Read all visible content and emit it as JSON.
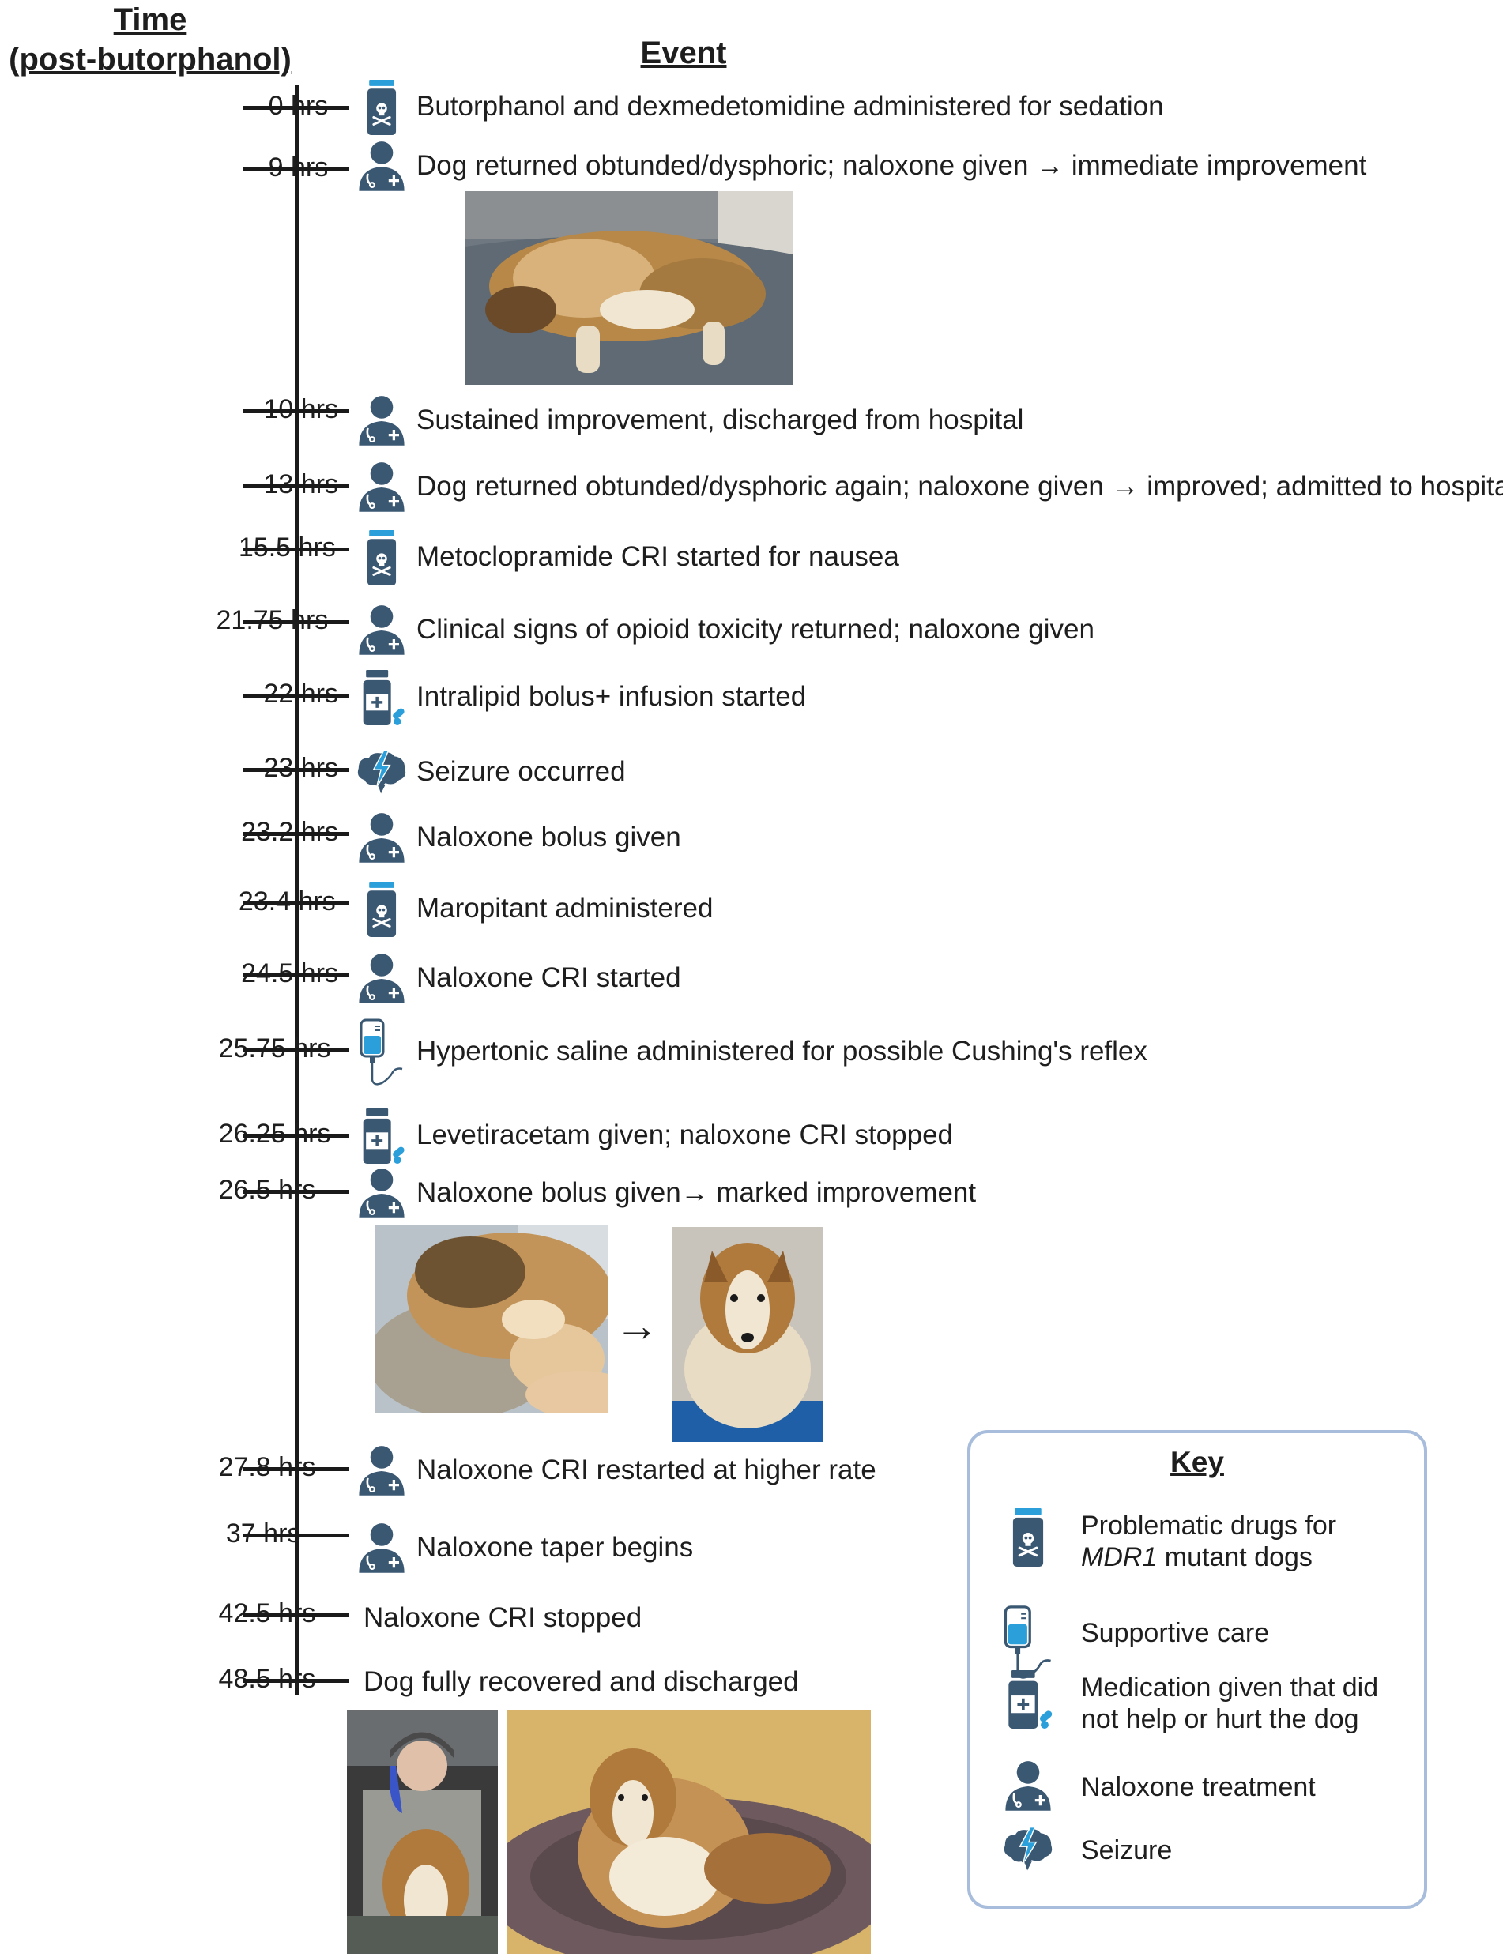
{
  "headers": {
    "time_line1": "Time",
    "time_line2": "(post-butorphanol)",
    "event": "Event"
  },
  "colors": {
    "icon_dark": "#3b5873",
    "icon_accent": "#2b9fd9",
    "key_border": "#a7bddb"
  },
  "icons": {
    "drug": "skull-bottle-icon",
    "naloxone": "doctor-icon",
    "medication": "bottle-pill-icon",
    "seizure": "brain-lightning-icon",
    "supportive": "iv-bag-icon"
  },
  "events": [
    {
      "time": "0 hrs",
      "text": "Butorphanol and dexmedetomidine administered for sedation",
      "icon": "drug"
    },
    {
      "time": "9 hrs",
      "text": "Dog returned obtunded/dysphoric; naloxone given → immediate improvement",
      "icon": "naloxone"
    },
    {
      "time": "10 hrs",
      "text": "Sustained improvement, discharged from hospital",
      "icon": "naloxone"
    },
    {
      "time": "13 hrs",
      "text": "Dog returned obtunded/dysphoric again; naloxone given → improved; admitted to hospital",
      "icon": "naloxone"
    },
    {
      "time": "15.5 hrs",
      "text": "Metoclopramide CRI started for nausea",
      "icon": "drug"
    },
    {
      "time": "21.75 hrs",
      "text": "Clinical signs of opioid toxicity returned; naloxone given",
      "icon": "naloxone"
    },
    {
      "time": "22 hrs",
      "text": "Intralipid bolus+ infusion started",
      "icon": "medication"
    },
    {
      "time": "23 hrs",
      "text": "Seizure occurred",
      "icon": "seizure"
    },
    {
      "time": "23.2 hrs",
      "text": "Naloxone bolus given",
      "icon": "naloxone"
    },
    {
      "time": "23.4 hrs",
      "text": "Maropitant administered",
      "icon": "drug"
    },
    {
      "time": "24.5 hrs",
      "text": "Naloxone CRI started",
      "icon": "naloxone"
    },
    {
      "time": "25.75 hrs",
      "text": "Hypertonic saline administered for possible Cushing's reflex",
      "icon": "supportive"
    },
    {
      "time": "26.25 hrs",
      "text": "Levetiracetam given; naloxone CRI stopped",
      "icon": "medication"
    },
    {
      "time": "26.5 hrs",
      "text": "Naloxone bolus given→ marked improvement",
      "icon": "naloxone"
    },
    {
      "time": "27.8 hrs",
      "text": "Naloxone CRI restarted at higher rate",
      "icon": "naloxone"
    },
    {
      "time": "37 hrs",
      "text": "Naloxone taper begins",
      "icon": "naloxone"
    },
    {
      "time": "42.5 hrs",
      "text": "Naloxone CRI stopped",
      "icon": ""
    },
    {
      "time": "48.5 hrs",
      "text": "Dog fully recovered and discharged",
      "icon": ""
    }
  ],
  "photo_arrow": "→",
  "key": {
    "title": "Key",
    "items": [
      {
        "icon": "drug",
        "label_line1": "Problematic drugs for",
        "label_italic": "MDR1",
        "label_rest": " mutant dogs"
      },
      {
        "icon": "supportive",
        "label_line1": "Supportive care"
      },
      {
        "icon": "medication",
        "label_line1": "Medication given that did",
        "label_line2": "not help or hurt the dog"
      },
      {
        "icon": "naloxone",
        "label_line1": "Naloxone treatment"
      },
      {
        "icon": "seizure",
        "label_line1": "Seizure"
      }
    ]
  }
}
